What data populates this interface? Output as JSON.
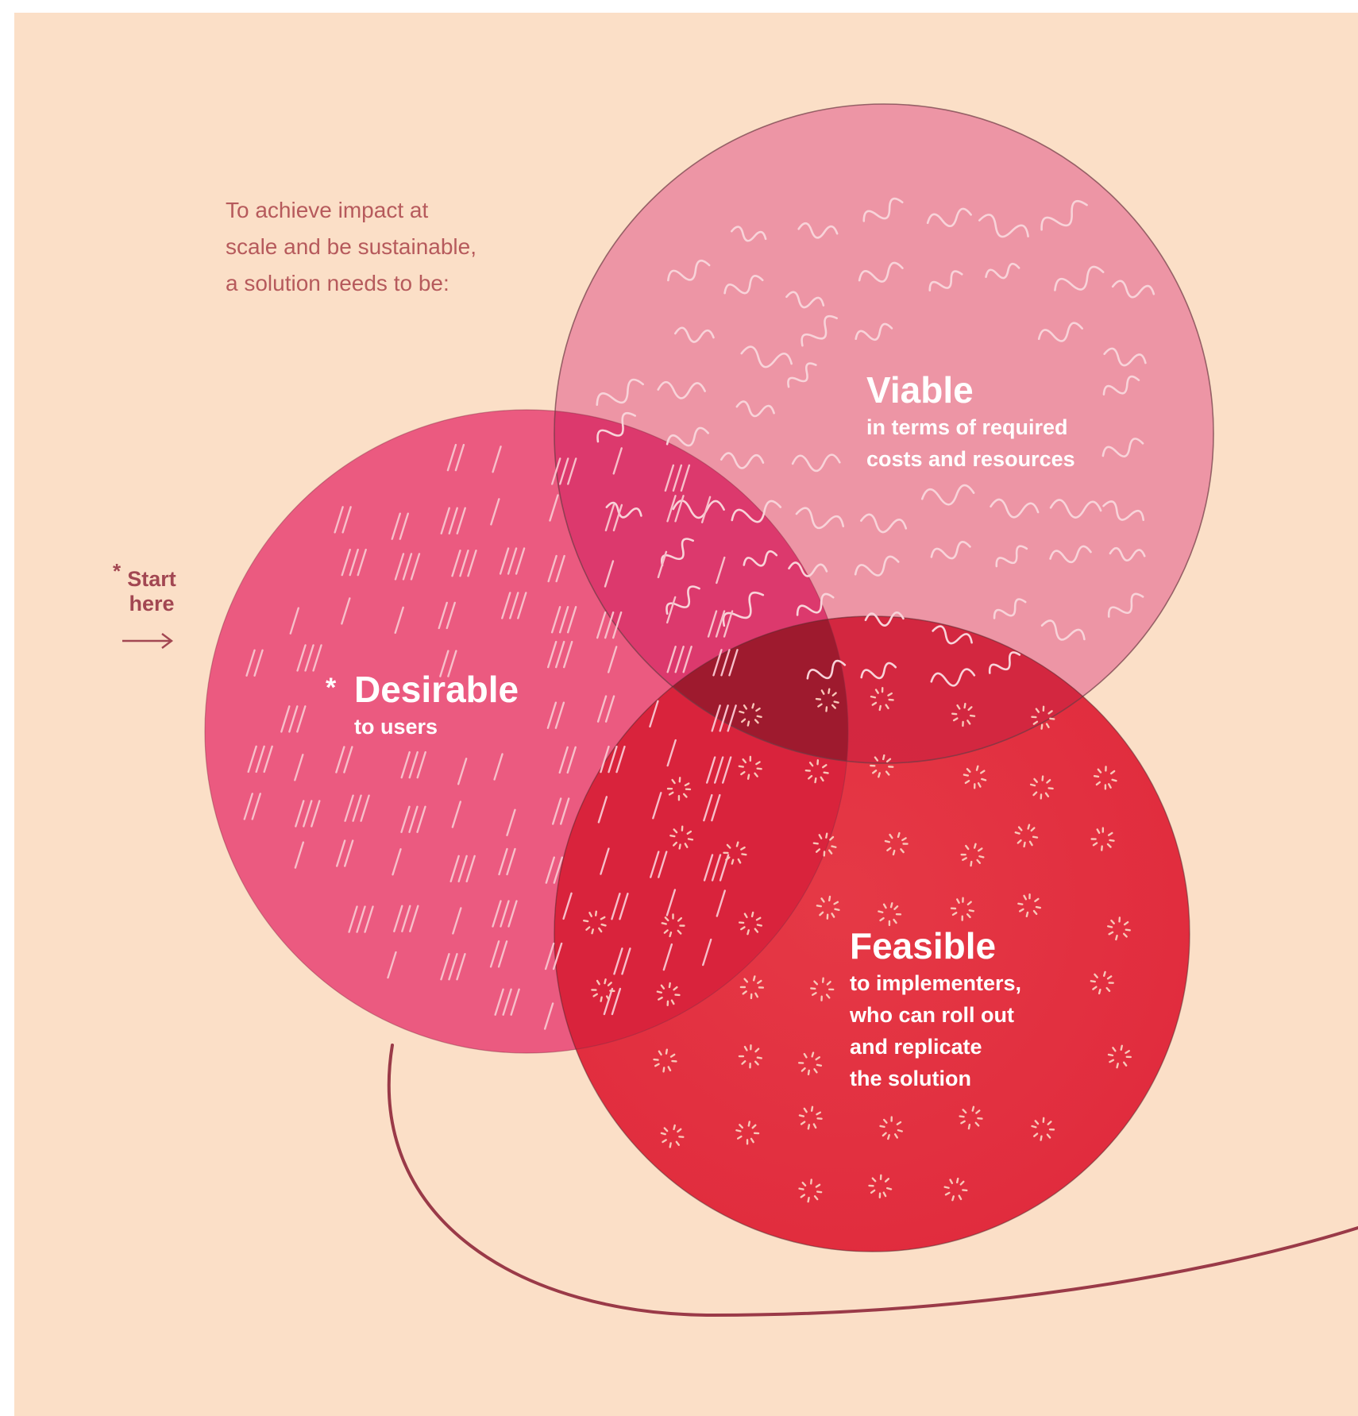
{
  "intro": {
    "lines": [
      "To achieve impact at",
      "scale and be sustainable,",
      "a solution needs to be:"
    ]
  },
  "start": {
    "marker": "*",
    "line1": "Start",
    "line2": "here"
  },
  "circles": {
    "viable": {
      "title": "Viable",
      "sub_lines": [
        "in terms of required",
        "costs and resources"
      ],
      "color": "#e9859f"
    },
    "desirable": {
      "marker": "*",
      "title": "Desirable",
      "sub_lines": [
        "to users"
      ],
      "color": "#e94e7a"
    },
    "feasible": {
      "title": "Feasible",
      "sub_lines": [
        "to implementers,",
        "who can roll out",
        "and replicate",
        "the solution"
      ],
      "color": "#e42a3c"
    }
  },
  "colors": {
    "background": "#fbdfc7",
    "text_muted": "#b65a5c",
    "accent": "#a24752",
    "overlap_center": "#9e1a2e"
  }
}
